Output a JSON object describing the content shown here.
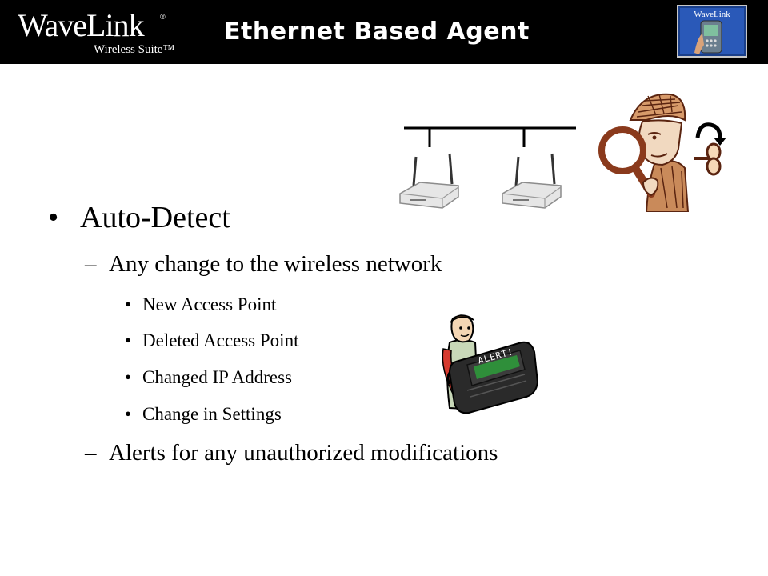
{
  "header": {
    "logo_main": "WaveLink",
    "logo_registered": "®",
    "logo_sub": "Wireless Suite™",
    "title": "Ethernet Based Agent",
    "badge_label": "WaveLink"
  },
  "content": {
    "heading": "Auto-Detect",
    "bullet_glyph": "•",
    "dash_glyph": "–",
    "items": [
      {
        "text": "Any change to the wireless network",
        "subitems": [
          "New Access Point",
          "Deleted Access Point",
          "Changed IP Address",
          "Change in Settings"
        ]
      },
      {
        "text": "Alerts for any unauthorized modifications"
      }
    ]
  },
  "illustrations": {
    "pager_screen_text": "ALERT!"
  },
  "colors": {
    "header_bg": "#000000",
    "detective_brown": "#8a3a1c",
    "alert_green": "#2f8f3a"
  },
  "icons": [
    "network-diagram-icon",
    "wireless-access-point-icon",
    "detective-icon",
    "windup-key-icon",
    "person-with-pager-icon"
  ]
}
